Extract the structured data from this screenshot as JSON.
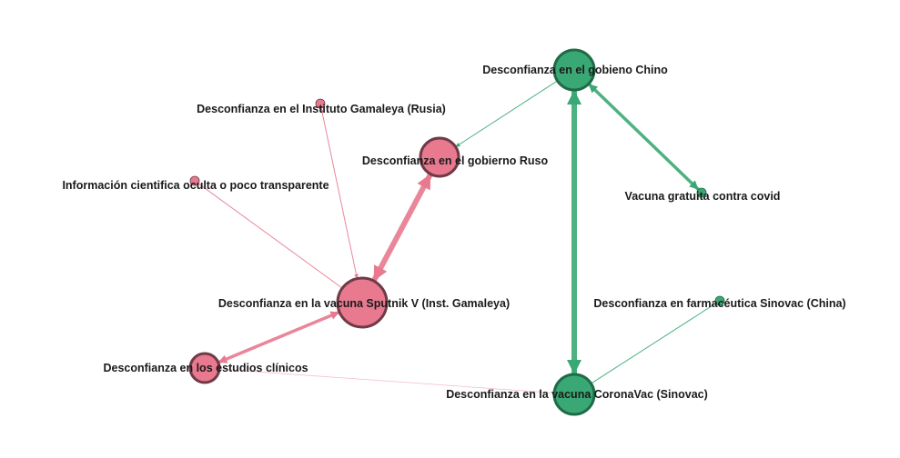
{
  "colors": {
    "pink": "#e8798f",
    "pink_stroke": "#6e3a46",
    "green": "#3aa874",
    "green_stroke": "#1f6b47"
  },
  "nodes": [
    {
      "id": "chino",
      "label": "Desconfianza en el gobieno Chino",
      "group": "green"
    },
    {
      "id": "ruso",
      "label": "Desconfianza en el gobierno Ruso",
      "group": "pink"
    },
    {
      "id": "gamaleya",
      "label": "Desconfianza en el Instituto Gamaleya (Rusia)",
      "group": "pink"
    },
    {
      "id": "info",
      "label": "Información cientifica oculta o poco transparente",
      "group": "pink"
    },
    {
      "id": "sputnik",
      "label": "Desconfianza en la vacuna Sputnik V (Inst. Gamaleya)",
      "group": "pink"
    },
    {
      "id": "estudios",
      "label": "Desconfianza en los estudios clínicos",
      "group": "pink"
    },
    {
      "id": "gratuita",
      "label": "Vacuna gratuita contra covid",
      "group": "green"
    },
    {
      "id": "sinovac",
      "label": "Desconfianza en farmacéutica Sinovac (China)",
      "group": "green"
    },
    {
      "id": "coronavac",
      "label": "Desconfianza en la vacuna CoronaVac (Sinovac)",
      "group": "green"
    }
  ],
  "edges": [
    {
      "from": "sputnik",
      "to": "ruso",
      "weight": 3,
      "direction": "both",
      "group": "pink"
    },
    {
      "from": "sputnik",
      "to": "estudios",
      "weight": 2,
      "direction": "both",
      "group": "pink"
    },
    {
      "from": "info",
      "to": "sputnik",
      "weight": 1,
      "direction": "none",
      "group": "pink"
    },
    {
      "from": "sputnik",
      "to": "gamaleya",
      "weight": 1,
      "direction": "both",
      "group": "pink"
    },
    {
      "from": "estudios",
      "to": "coronavac",
      "weight": 0.5,
      "direction": "none",
      "group": "pink"
    },
    {
      "from": "chino",
      "to": "ruso",
      "weight": 1,
      "direction": "forward",
      "group": "green"
    },
    {
      "from": "chino",
      "to": "coronavac",
      "weight": 3,
      "direction": "both",
      "group": "green"
    },
    {
      "from": "chino",
      "to": "gratuita",
      "weight": 2,
      "direction": "both",
      "group": "green"
    },
    {
      "from": "sinovac",
      "to": "coronavac",
      "weight": 1,
      "direction": "none",
      "group": "green"
    }
  ]
}
